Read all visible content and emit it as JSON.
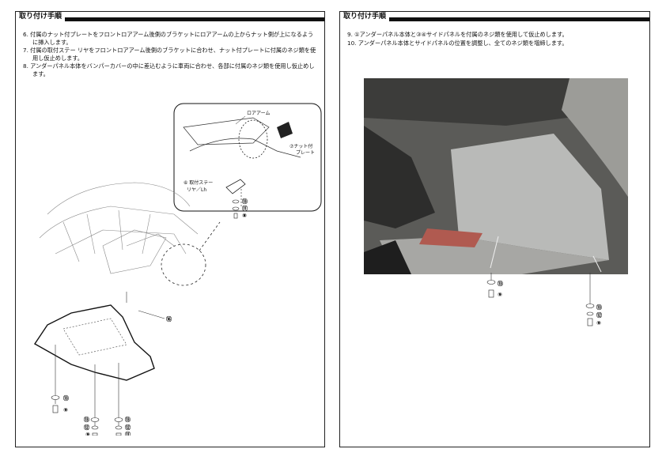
{
  "left_page": {
    "header": "取り付け手順",
    "steps": [
      "6. 付属のナット付プレートをフロントロアアーム後側のブラケットにロアアームの上からナット側が上になるように挿入します。",
      "7. 付属の取付ステー リヤをフロントロアアーム後側のブラケットに合わせ、ナット付プレートに付属のネジ類を使用し仮止めします。",
      "8. アンダーパネル本体をバンパーカバーの中に差込むように車両に合わせ、各部に付属のネジ類を使用し仮止めします。"
    ],
    "inset": {
      "lower_arm": "ロアアーム",
      "nut_plate_1": "⑦ナット付",
      "nut_plate_2": "プレート",
      "stay_1": "⑥ 取付ステー",
      "stay_2": "リヤ／Lh",
      "n13": "⑬",
      "n11": "⑪",
      "n8": "⑧"
    },
    "callouts": {
      "c16": "⑯",
      "a13": "⑬",
      "a9": "⑨",
      "b13": "⑬",
      "b12": "⑫",
      "b9": "⑨",
      "d13": "⑬",
      "d12": "⑫",
      "d11": "⑪"
    }
  },
  "right_page": {
    "header": "取り付け手順",
    "steps": [
      "9. ①アンダーパネル本体と③④サイドパネルを付属のネジ類を使用して仮止めします。",
      "10. アンダーパネル本体とサイドパネルの位置を調整し、全てのネジ類を増締します。"
    ],
    "callouts": {
      "p13": "⑬",
      "p9": "⑨",
      "q13": "⑬",
      "q12": "⑫",
      "q9": "⑨"
    }
  }
}
